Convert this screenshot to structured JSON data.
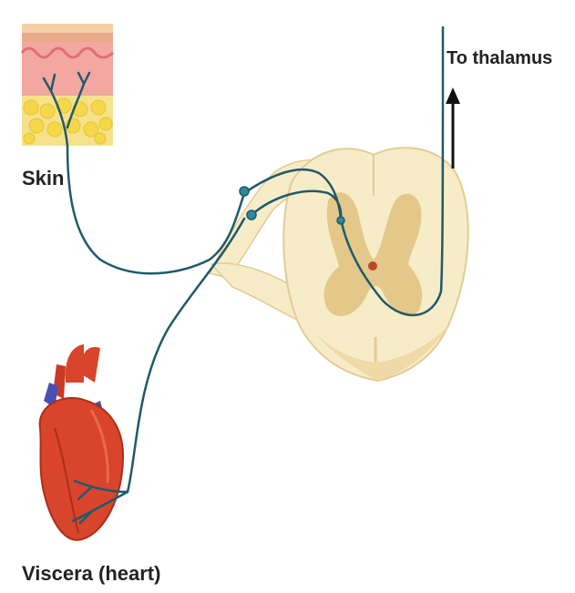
{
  "labels": {
    "skin": "Skin",
    "viscera": "Viscera (heart)",
    "thalamus": "To thalamus"
  },
  "colors": {
    "nerve_fiber": "#1f5a6a",
    "spinal_white_matter": "#f7ecc8",
    "spinal_gray_matter": "#e3c88a",
    "skin_dermis": "#f2a7a0",
    "skin_fat": "#f5d74a",
    "heart": "#d9442c",
    "vessels_blue": "#4a4fb5",
    "arrow": "#111111"
  },
  "icons": [
    "skin-section-icon",
    "spinal-cord-section-icon",
    "heart-icon",
    "arrow-up-icon"
  ]
}
